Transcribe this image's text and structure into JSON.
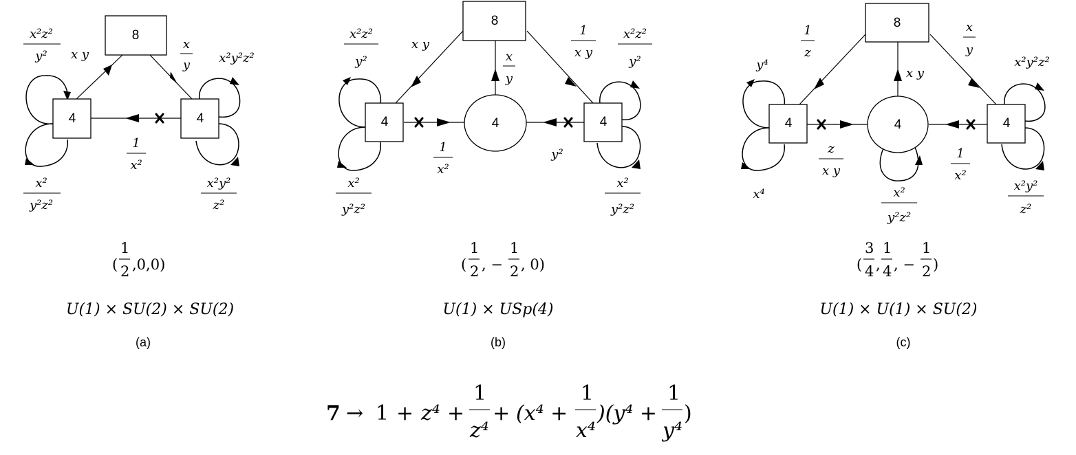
{
  "diagram_a": {
    "nodes": {
      "top": "8",
      "left": "4",
      "right": "4"
    },
    "labels": {
      "edge_left_top": "x y",
      "edge_top_right_num": "x",
      "edge_top_right_den": "y",
      "edge_bottom_num": "1",
      "edge_bottom_den": "x²",
      "loop_left_top_num": "x²z²",
      "loop_left_top_den": "y²",
      "loop_left_bottom_num": "x²",
      "loop_left_bottom_den": "y²z²",
      "loop_right_top": "x²y²z²",
      "loop_right_bottom_num": "x²y²",
      "loop_right_bottom_den": "z²"
    },
    "charge": {
      "open": "(",
      "n1": "1",
      "d1": "2",
      "rest": ",0,0)"
    },
    "group": "U(1) × SU(2) × SU(2)",
    "sublabel": "(a)"
  },
  "diagram_b": {
    "nodes": {
      "top": "8",
      "left": "4",
      "center": "4",
      "right": "4"
    },
    "labels": {
      "edge_left_top": "x y",
      "edge_center_top_num": "x",
      "edge_center_top_den": "y",
      "edge_top_right_num": "1",
      "edge_top_right_den": "x y",
      "edge_left_center_num": "1",
      "edge_left_center_den": "x²",
      "edge_right_center": "y²",
      "loop_left_top_num": "x²z²",
      "loop_left_top_den": "y²",
      "loop_left_bottom_num": "x²",
      "loop_left_bottom_den": "y²z²",
      "loop_right_top_num": "x²z²",
      "loop_right_top_den": "y²",
      "loop_right_bottom_num": "x²",
      "loop_right_bottom_den": "y²z²"
    },
    "charge": {
      "open": "(",
      "n1": "1",
      "d1": "2",
      "mid": ", −",
      "n2": "1",
      "d2": "2",
      "rest": ", 0)"
    },
    "group": "U(1) × USp(4)",
    "sublabel": "(b)"
  },
  "diagram_c": {
    "nodes": {
      "top": "8",
      "left": "4",
      "center": "4",
      "right": "4"
    },
    "labels": {
      "edge_top_left_num": "1",
      "edge_top_left_den": "z",
      "edge_center_top": "x y",
      "edge_top_right_num": "x",
      "edge_top_right_den": "y",
      "edge_left_center_num": "z",
      "edge_left_center_den": "x y",
      "edge_right_center_num": "1",
      "edge_right_center_den": "x²",
      "loop_left_top": "y⁴",
      "loop_left_bottom": "x⁴",
      "loop_center_num": "x²",
      "loop_center_den": "y²z²",
      "loop_right_top": "x²y²z²",
      "loop_right_bottom_num": "x²y²",
      "loop_right_bottom_den": "z²"
    },
    "charge": {
      "open": "(",
      "n1": "3",
      "d1": "4",
      "c1": ",",
      "n2": "1",
      "d2": "4",
      "mid": ", −",
      "n3": "1",
      "d3": "2",
      "rest": ")"
    },
    "group": "U(1) × U(1) × SU(2)",
    "sublabel": "(c)"
  },
  "formula": {
    "lhs": "7",
    "arrow": "→",
    "one": "1",
    "plus": "+",
    "z4": "z⁴",
    "frac_num": "1",
    "frac_den_z": "z⁴",
    "paren_x_open": "(x⁴ +",
    "frac_den_x": "x⁴",
    "paren_y_open": ")(y⁴ +",
    "frac_den_y": "y⁴",
    "close": ")"
  }
}
